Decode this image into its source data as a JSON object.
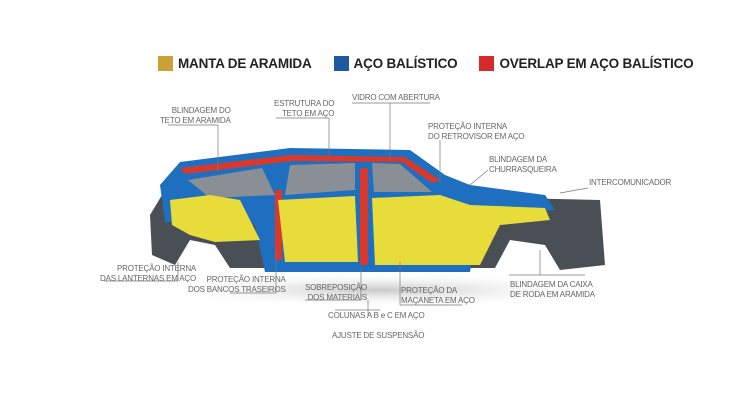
{
  "legend": [
    {
      "label": "MANTA DE ARAMIDA",
      "color": "#c9a233"
    },
    {
      "label": "AÇO BALÍSTICO",
      "color": "#1f5aa0"
    },
    {
      "label": "OVERLAP EM AÇO BALÍSTICO",
      "color": "#d42a2a"
    }
  ],
  "callouts": {
    "roof_aramid": [
      "BLINDAGEM  DO",
      "TETO EM ARAMIDA"
    ],
    "roof_steel": [
      "ESTRUTURA DO",
      "TETO EM AÇO"
    ],
    "glass": [
      "VIDRO COM ABERTURA"
    ],
    "mirror": [
      "PROTEÇÃO INTERNA",
      "DO RETROVISOR EM AÇO"
    ],
    "grille": [
      "BLINDAGEM  DA",
      "CHURRASQUEIRA"
    ],
    "intercom": [
      "INTERCOMUNICADOR"
    ],
    "taillights": [
      "PROTEÇÃO INTERNA",
      "DAS LANTERNAS EM AÇO"
    ],
    "rear_seats": [
      "PROTEÇÃO INTERNA",
      "DOS BANCOS TRASEIROS"
    ],
    "overlap": [
      "SOBREPOSIÇÃO",
      "DOS MATERIAIS"
    ],
    "handle": [
      "PROTEÇÃO DA",
      "MAÇANETA EM AÇO"
    ],
    "wheel_arch": [
      "BLINDAGEM  DA CAIXA",
      "DE RODA EM ARAMIDA"
    ],
    "pillars": [
      "COLUNAS  A B e C EM AÇO"
    ],
    "suspension": [
      "AJUSTE DE SUSPENSÃO"
    ]
  },
  "colors": {
    "yellow": "#e8dc3a",
    "blue": "#1f6fc0",
    "red": "#d8392c",
    "chassis": "#4a4f55"
  }
}
